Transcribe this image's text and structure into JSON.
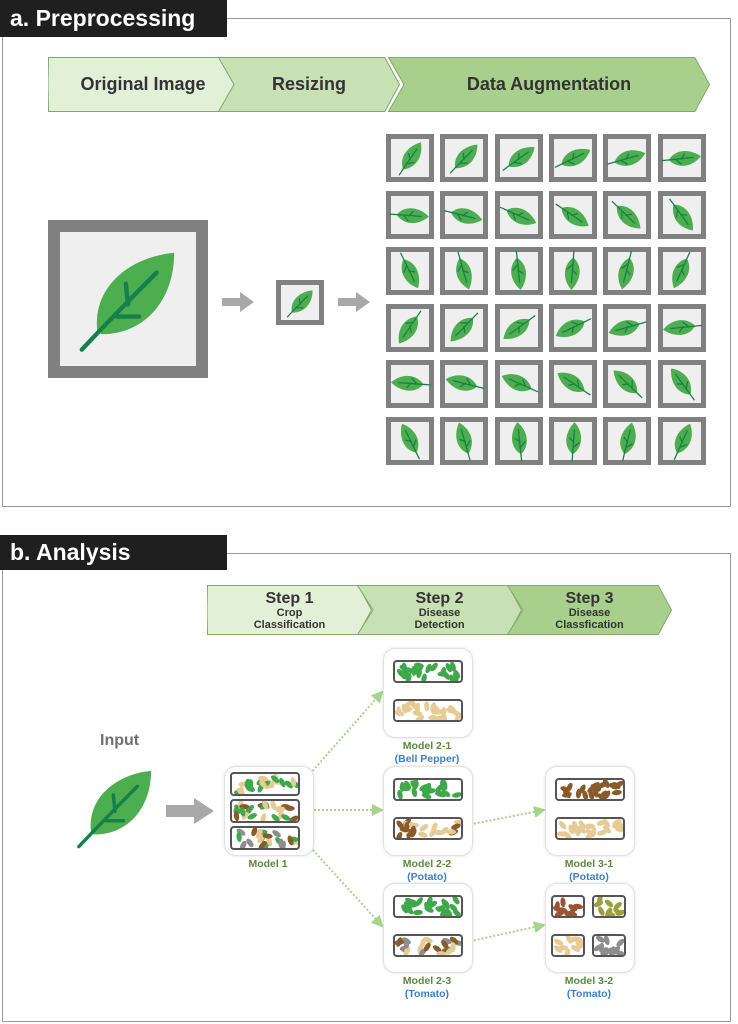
{
  "section_a": {
    "title": "a. Preprocessing",
    "steps": [
      "Original Image",
      "Resizing",
      "Data Augmentation"
    ]
  },
  "section_b": {
    "title": "b. Analysis",
    "steps": [
      {
        "title": "Step 1",
        "desc1": "Crop",
        "desc2": "Classification"
      },
      {
        "title": "Step 2",
        "desc1": "Disease",
        "desc2": "Detection"
      },
      {
        "title": "Step 3",
        "desc1": "Disease",
        "desc2": "Classfication"
      }
    ],
    "input_label": "Input",
    "models": {
      "m1": {
        "name": "Model 1"
      },
      "m21": {
        "name": "Model 2-1",
        "crop": "(Bell Pepper)"
      },
      "m22": {
        "name": "Model 2-2",
        "crop": "(Potato)"
      },
      "m23": {
        "name": "Model 2-3",
        "crop": "(Tomato)"
      },
      "m31": {
        "name": "Model 3-1",
        "crop": "(Potato)"
      },
      "m32": {
        "name": "Model 3-2",
        "crop": "(Tomato)"
      }
    }
  },
  "colors": {
    "leaf": "#4cae4f",
    "vein": "#17804a",
    "healthy": "#3fa84a",
    "pale": "#e6cc94",
    "brown": "#8a5a2b",
    "gray": "#8d8d8d",
    "olive": "#9aa03a",
    "rust": "#9c5434",
    "step1": "#e3f0d8",
    "step2": "#c7e0b4",
    "step3": "#a8cf8c",
    "arrow": "#a6d48a"
  }
}
